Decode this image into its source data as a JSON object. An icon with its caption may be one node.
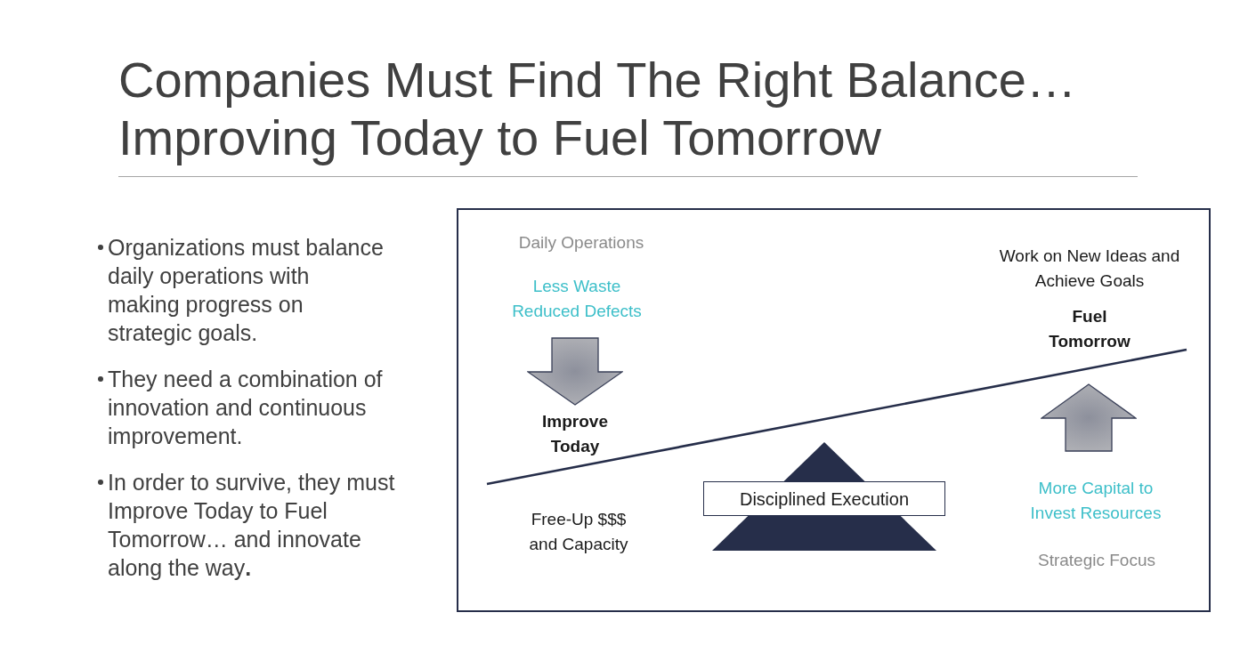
{
  "diagram": {
    "title": "Companies Must Find The Right Balance… Improving Today to Fuel Tomorrow",
    "nodes": [
      {
        "text": [],
        "shape": "box"
      },
      {
        "text": [
          "Disciplined Execution"
        ],
        "in": 0
      }
    ],
    "labels": [
      "Organizations must balance daily operations with making progress on strategic goals.",
      "They need a combination of innovation and continuous improvement.",
      "In order to survive, they must Improve Today to Fuel Tomorrow… and innovate along the way**.**",
      "Daily Operations",
      "Less Waste",
      "Reduced Defects",
      "Improve Today",
      "Work on New Ideas and Achieve Goals",
      "Fuel Tomorrow",
      "Free-Up $$$ and Capacity",
      "More Capital to Invest Resources",
      "Strategic Focus"
    ]
  }
}
